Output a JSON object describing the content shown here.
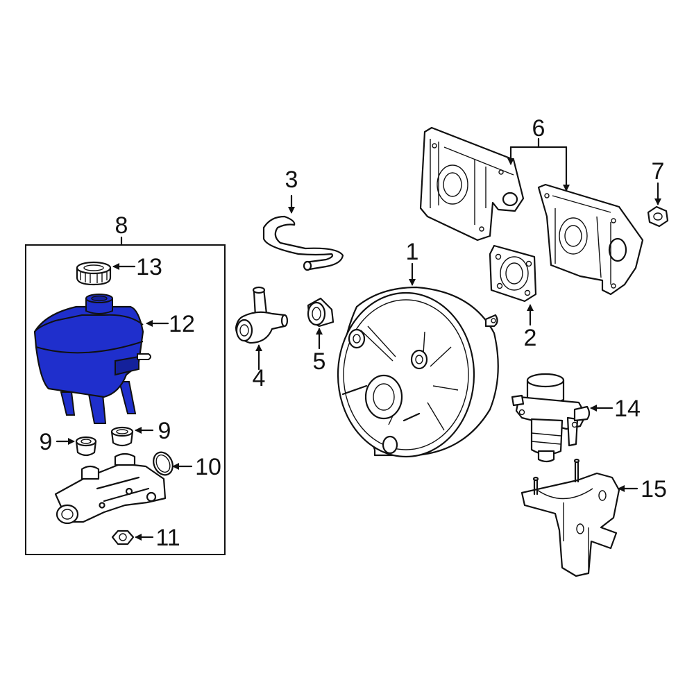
{
  "callouts": {
    "c1": "1",
    "c2": "2",
    "c3": "3",
    "c4": "4",
    "c5": "5",
    "c6": "6",
    "c7": "7",
    "c8": "8",
    "c9a": "9",
    "c9b": "9",
    "c10": "10",
    "c11": "11",
    "c12": "12",
    "c13": "13",
    "c14": "14",
    "c15": "15"
  },
  "colors": {
    "highlight": "#1f2fcc",
    "highlight_dark": "#14219b",
    "line": "#111111"
  }
}
